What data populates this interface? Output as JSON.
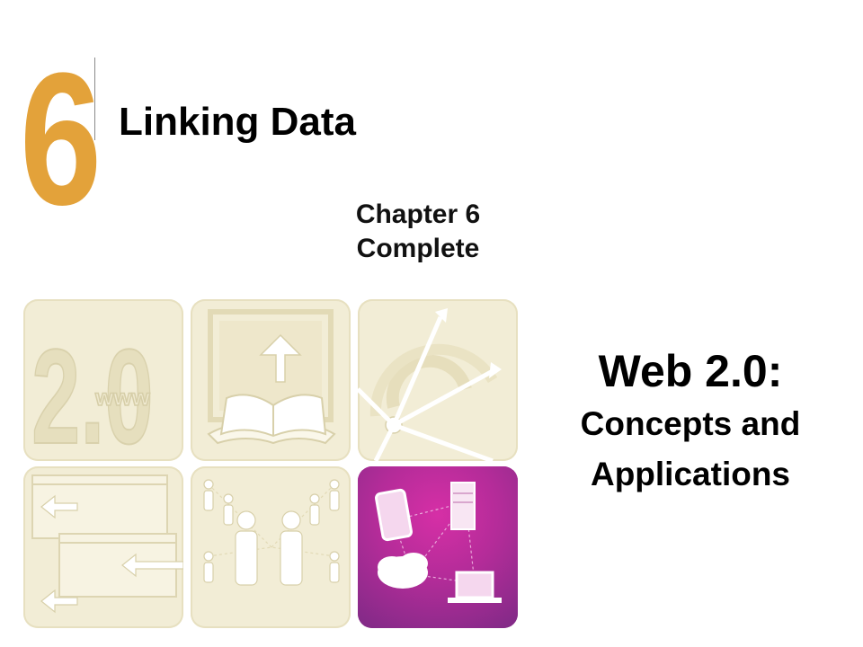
{
  "chapter": {
    "number": "6",
    "title": "Linking Data"
  },
  "subtitle": {
    "line1": "Chapter 6",
    "line2": "Complete"
  },
  "book": {
    "title": "Web 2.0:",
    "subtitle_line1": "Concepts and",
    "subtitle_line2": "Applications"
  },
  "tiles": {
    "tile1_text": "2.0",
    "tile1_www": "www"
  },
  "colors": {
    "chapter_number": "#E3A23A",
    "tile_bg": "#F2EDD6",
    "highlight_tile": "#B42C99"
  }
}
